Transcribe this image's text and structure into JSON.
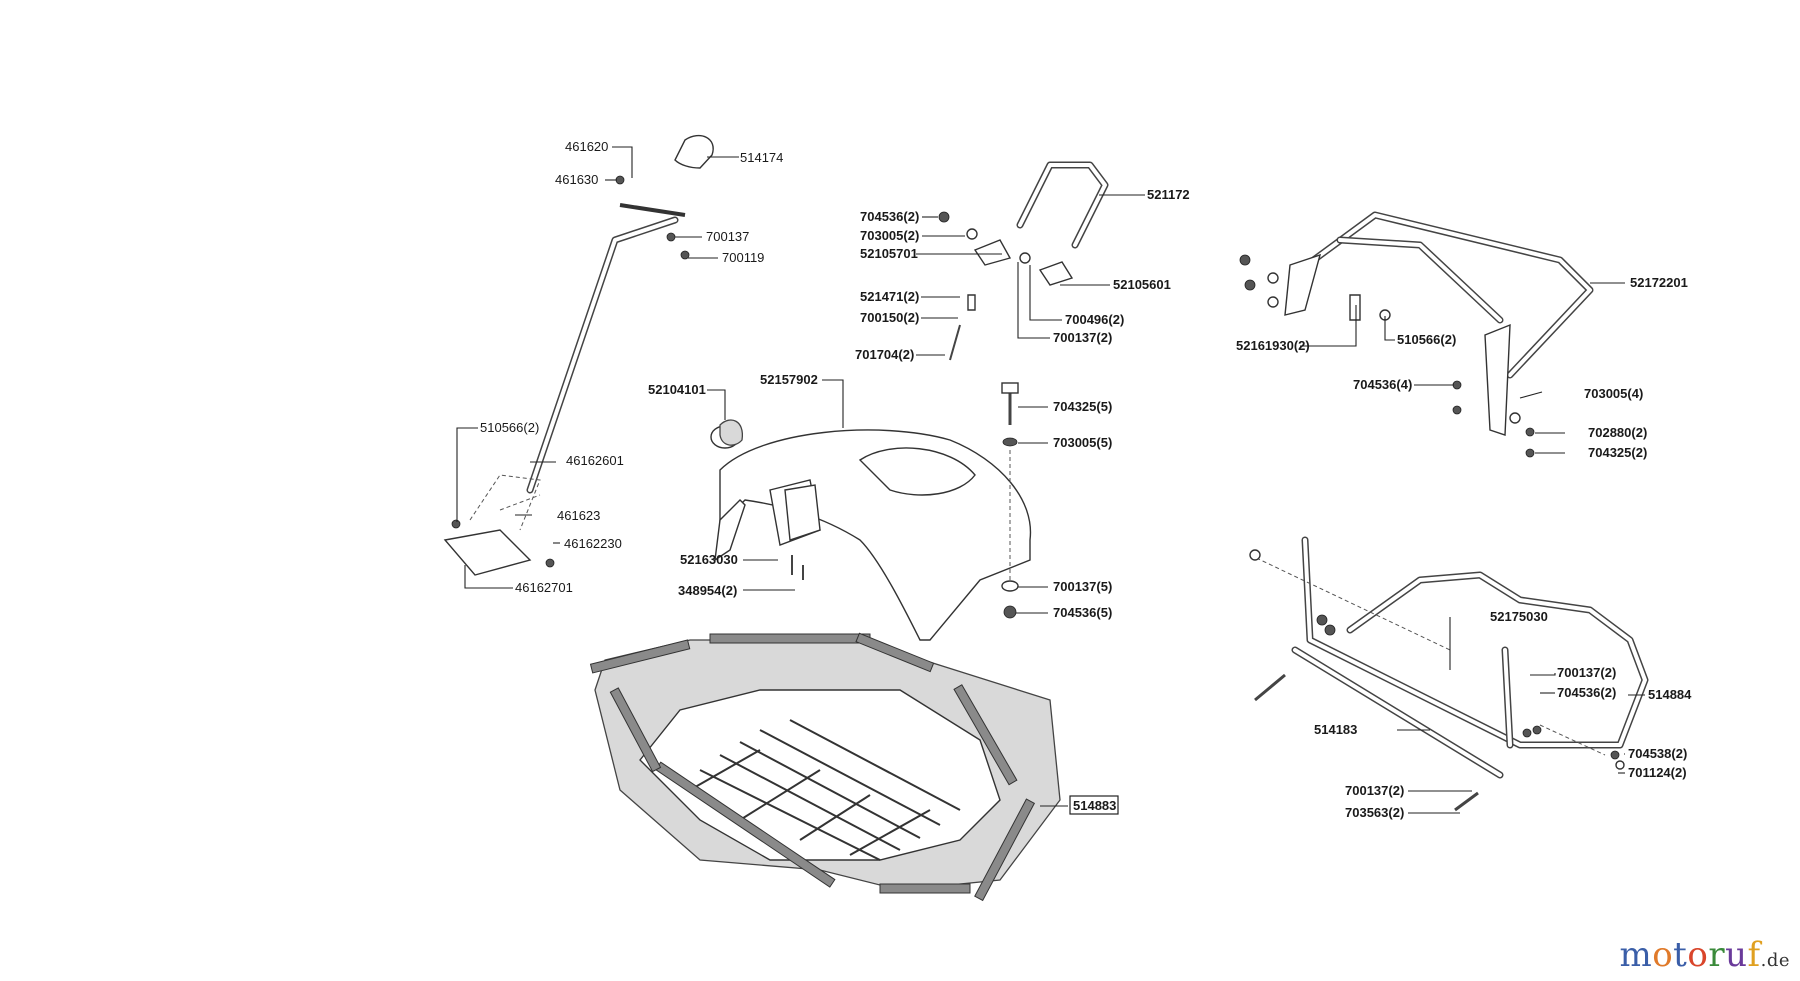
{
  "labels": {
    "p461620": "461620",
    "p514174": "514174",
    "p461630": "461630",
    "p700137a": "700137",
    "p700119": "700119",
    "p510566_2a": "510566(2)",
    "p46162601": "46162601",
    "p461623": "461623",
    "p46162230": "46162230",
    "p46162701": "46162701",
    "p704536_2a": "704536(2)",
    "p703005_2": "703005(2)",
    "p52105701": "52105701",
    "p521172": "521172",
    "p52105601": "52105601",
    "p521471_2": "521471(2)",
    "p700150_2": "700150(2)",
    "p700496_2": "700496(2)",
    "p700137_2a": "700137(2)",
    "p701704_2": "701704(2)",
    "p52104101": "52104101",
    "p52157902": "52157902",
    "p704325_5": "704325(5)",
    "p703005_5": "703005(5)",
    "p52163030": "52163030",
    "p348954_2": "348954(2)",
    "p700137_5": "700137(5)",
    "p704536_5": "704536(5)",
    "p52172201": "52172201",
    "p52161930_2": "52161930(2)",
    "p510566_2b": "510566(2)",
    "p704536_4": "704536(4)",
    "p703005_4": "703005(4)",
    "p702880_2": "702880(2)",
    "p704325_2": "704325(2)",
    "p52175030": "52175030",
    "p700137_2b": "700137(2)",
    "p704536_2b": "704536(2)",
    "p514884": "514884",
    "p514183": "514183",
    "p704538_2": "704538(2)",
    "p701124_2": "701124(2)",
    "p700137_2c": "700137(2)",
    "p703563_2": "703563(2)",
    "p514883": "514883"
  },
  "watermark": {
    "brand": "motoruf",
    "tld": ".de",
    "colors": [
      "#3a5ea8",
      "#e07a2a",
      "#3a5ea8",
      "#d9452b",
      "#3a8a3a",
      "#6a3a9a",
      "#e0a020"
    ]
  }
}
